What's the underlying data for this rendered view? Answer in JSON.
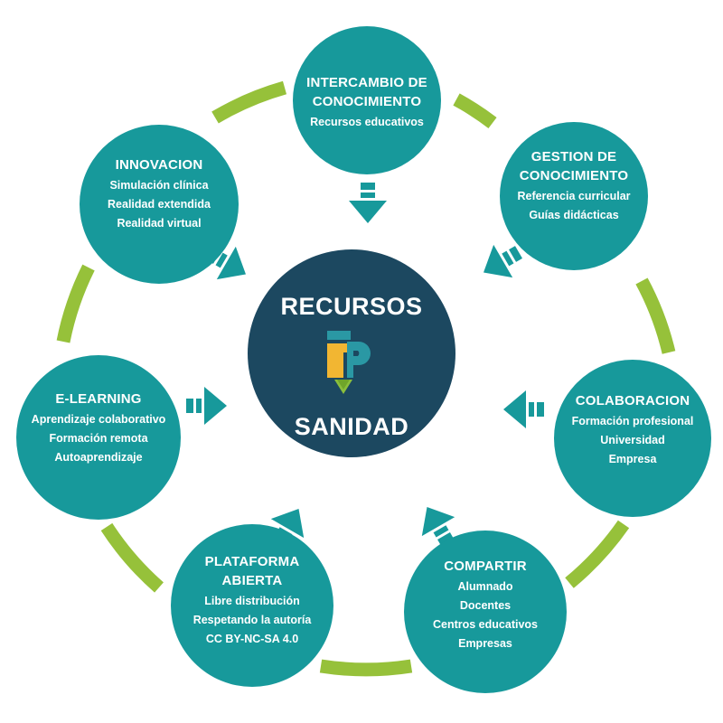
{
  "center": {
    "line1": "RECURSOS",
    "line2": "SANIDAD",
    "logo": "fp-logo-icon"
  },
  "colors": {
    "bubble": "#17999b",
    "center": "#1c4860",
    "ring": "#96c13a",
    "logo_green": "#8bbf3c",
    "logo_yellow": "#f2b632",
    "logo_teal": "#2a98a4"
  },
  "nodes": {
    "intercambio": {
      "titles": [
        "INTERCAMBIO DE",
        "CONOCIMIENTO"
      ],
      "items": [
        "Recursos educativos"
      ]
    },
    "gestion": {
      "titles": [
        "GESTION DE",
        "CONOCIMIENTO"
      ],
      "items": [
        "Referencia curricular",
        "Guías didácticas"
      ]
    },
    "colaboracion": {
      "titles": [
        "COLABORACION"
      ],
      "items": [
        "Formación profesional",
        "Universidad",
        "Empresa"
      ]
    },
    "compartir": {
      "titles": [
        "COMPARTIR"
      ],
      "items": [
        "Alumnado",
        "Docentes",
        "Centros educativos",
        "Empresas"
      ]
    },
    "plataforma": {
      "titles": [
        "PLATAFORMA",
        "ABIERTA"
      ],
      "items": [
        "Libre distribución",
        "Respetando la autoría",
        "CC BY-NC-SA 4.0"
      ]
    },
    "elearning": {
      "titles": [
        "E-LEARNING"
      ],
      "items": [
        "Aprendizaje colaborativo",
        "Formación remota",
        "Autoaprendizaje"
      ]
    },
    "innovacion": {
      "titles": [
        "INNOVACION"
      ],
      "items": [
        "Simulación clínica",
        "Realidad extendida",
        "Realidad virtual"
      ]
    }
  }
}
